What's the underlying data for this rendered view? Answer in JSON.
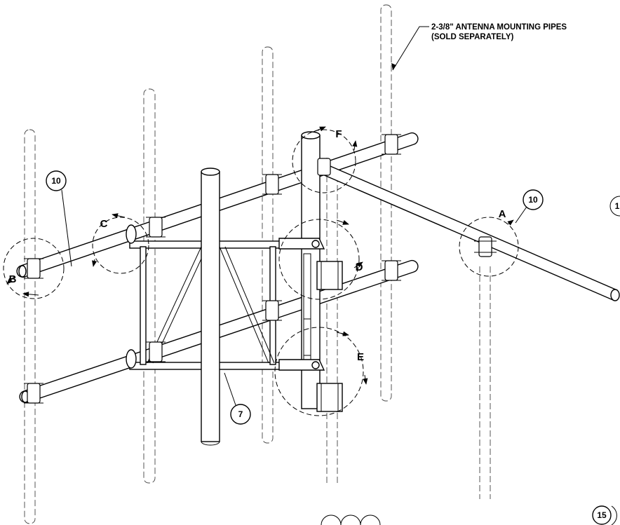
{
  "note": {
    "line1": "2-3/8\" ANTENNA MOUNTING PIPES",
    "line2": "(SOLD SEPARATELY)"
  },
  "details": [
    "A",
    "B",
    "C",
    "D",
    "E",
    "F"
  ],
  "callouts": {
    "left_arm": "10",
    "right_arm": "10",
    "mast": "7",
    "bottom_right": "15",
    "edge_right": "1"
  }
}
